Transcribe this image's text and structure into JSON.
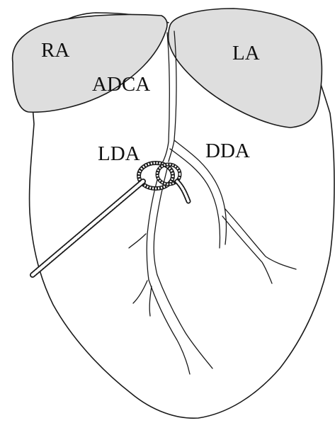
{
  "labels": {
    "ra": "RA",
    "la": "LA",
    "adca": "ADCA",
    "lda": "LDA",
    "dda": "DDA"
  },
  "colors": {
    "atrium_fill": "#dedede",
    "line": "#1a1a1a",
    "background": "#ffffff"
  }
}
